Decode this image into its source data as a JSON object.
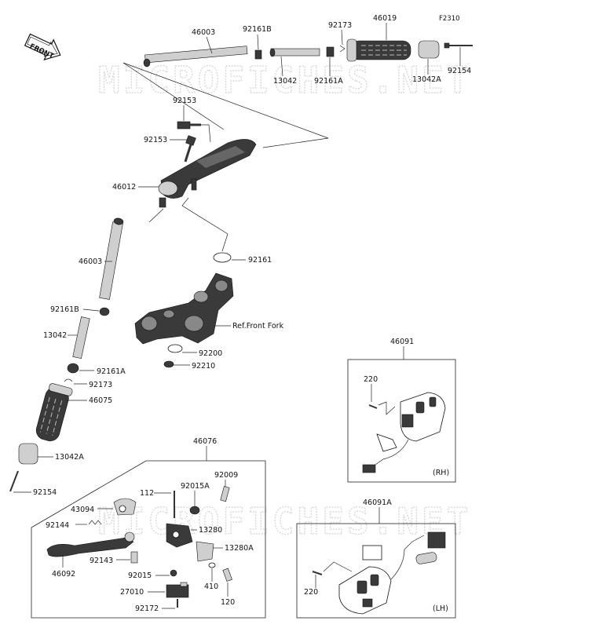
{
  "watermark": "MICROFICHES.NET",
  "orientation": "FRONT",
  "reference_code": "F2310",
  "labels": {
    "p46003_top": "46003",
    "p92161B_top": "92161B",
    "p92173_top": "92173",
    "p46019": "46019",
    "p13042_top": "13042",
    "p92161A_top": "92161A",
    "p13042A_top": "13042A",
    "p92154_top": "92154",
    "p92153_a": "92153",
    "p92153_b": "92153",
    "p46012": "46012",
    "p46003": "46003",
    "p92161": "92161",
    "ref_front_fork": "Ref.Front Fork",
    "p92200": "92200",
    "p92210": "92210",
    "p92161B": "92161B",
    "p13042": "13042",
    "p92161A": "92161A",
    "p92173": "92173",
    "p46075": "46075",
    "p13042A": "13042A",
    "p92154": "92154",
    "p46076": "46076",
    "p112": "112",
    "p92015A": "92015A",
    "p92009": "92009",
    "p43094": "43094",
    "p13280": "13280",
    "p92144": "92144",
    "p13280A": "13280A",
    "p92143": "92143",
    "p46092": "46092",
    "p92015": "92015",
    "p410": "410",
    "p120": "120",
    "p27010": "27010",
    "p92172": "92172",
    "p46091": "46091",
    "p220_rh": "220",
    "rh": "(RH)",
    "p46091A": "46091A",
    "p220_lh": "220",
    "lh": "(LH)"
  }
}
